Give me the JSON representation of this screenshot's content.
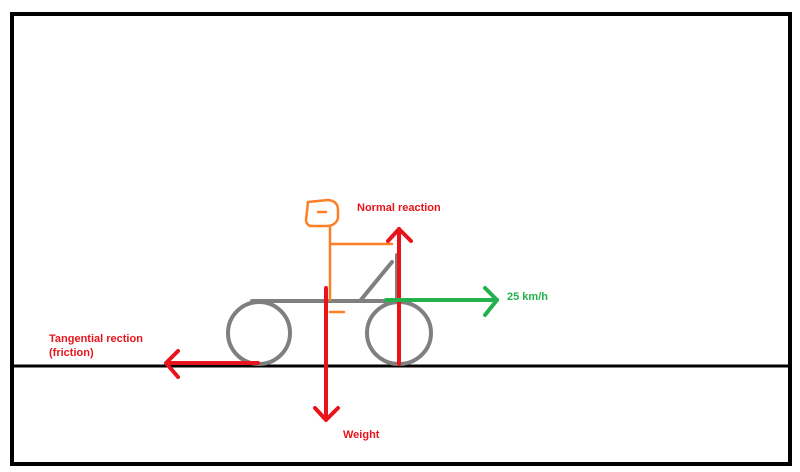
{
  "labels": {
    "normal_reaction": "Normal reaction",
    "speed": "25 km/h",
    "tangential_line1": "Tangential rection",
    "tangential_line2": "(friction)",
    "weight": "Weight"
  },
  "colors": {
    "force_arrow": "#e8141c",
    "velocity_arrow": "#22b14c",
    "bicycle": "#7f7f7f",
    "rider": "#ff7f27",
    "frame": "#000000",
    "ground": "#000000",
    "label_red": "#e8141c",
    "label_green": "#22b14c"
  }
}
